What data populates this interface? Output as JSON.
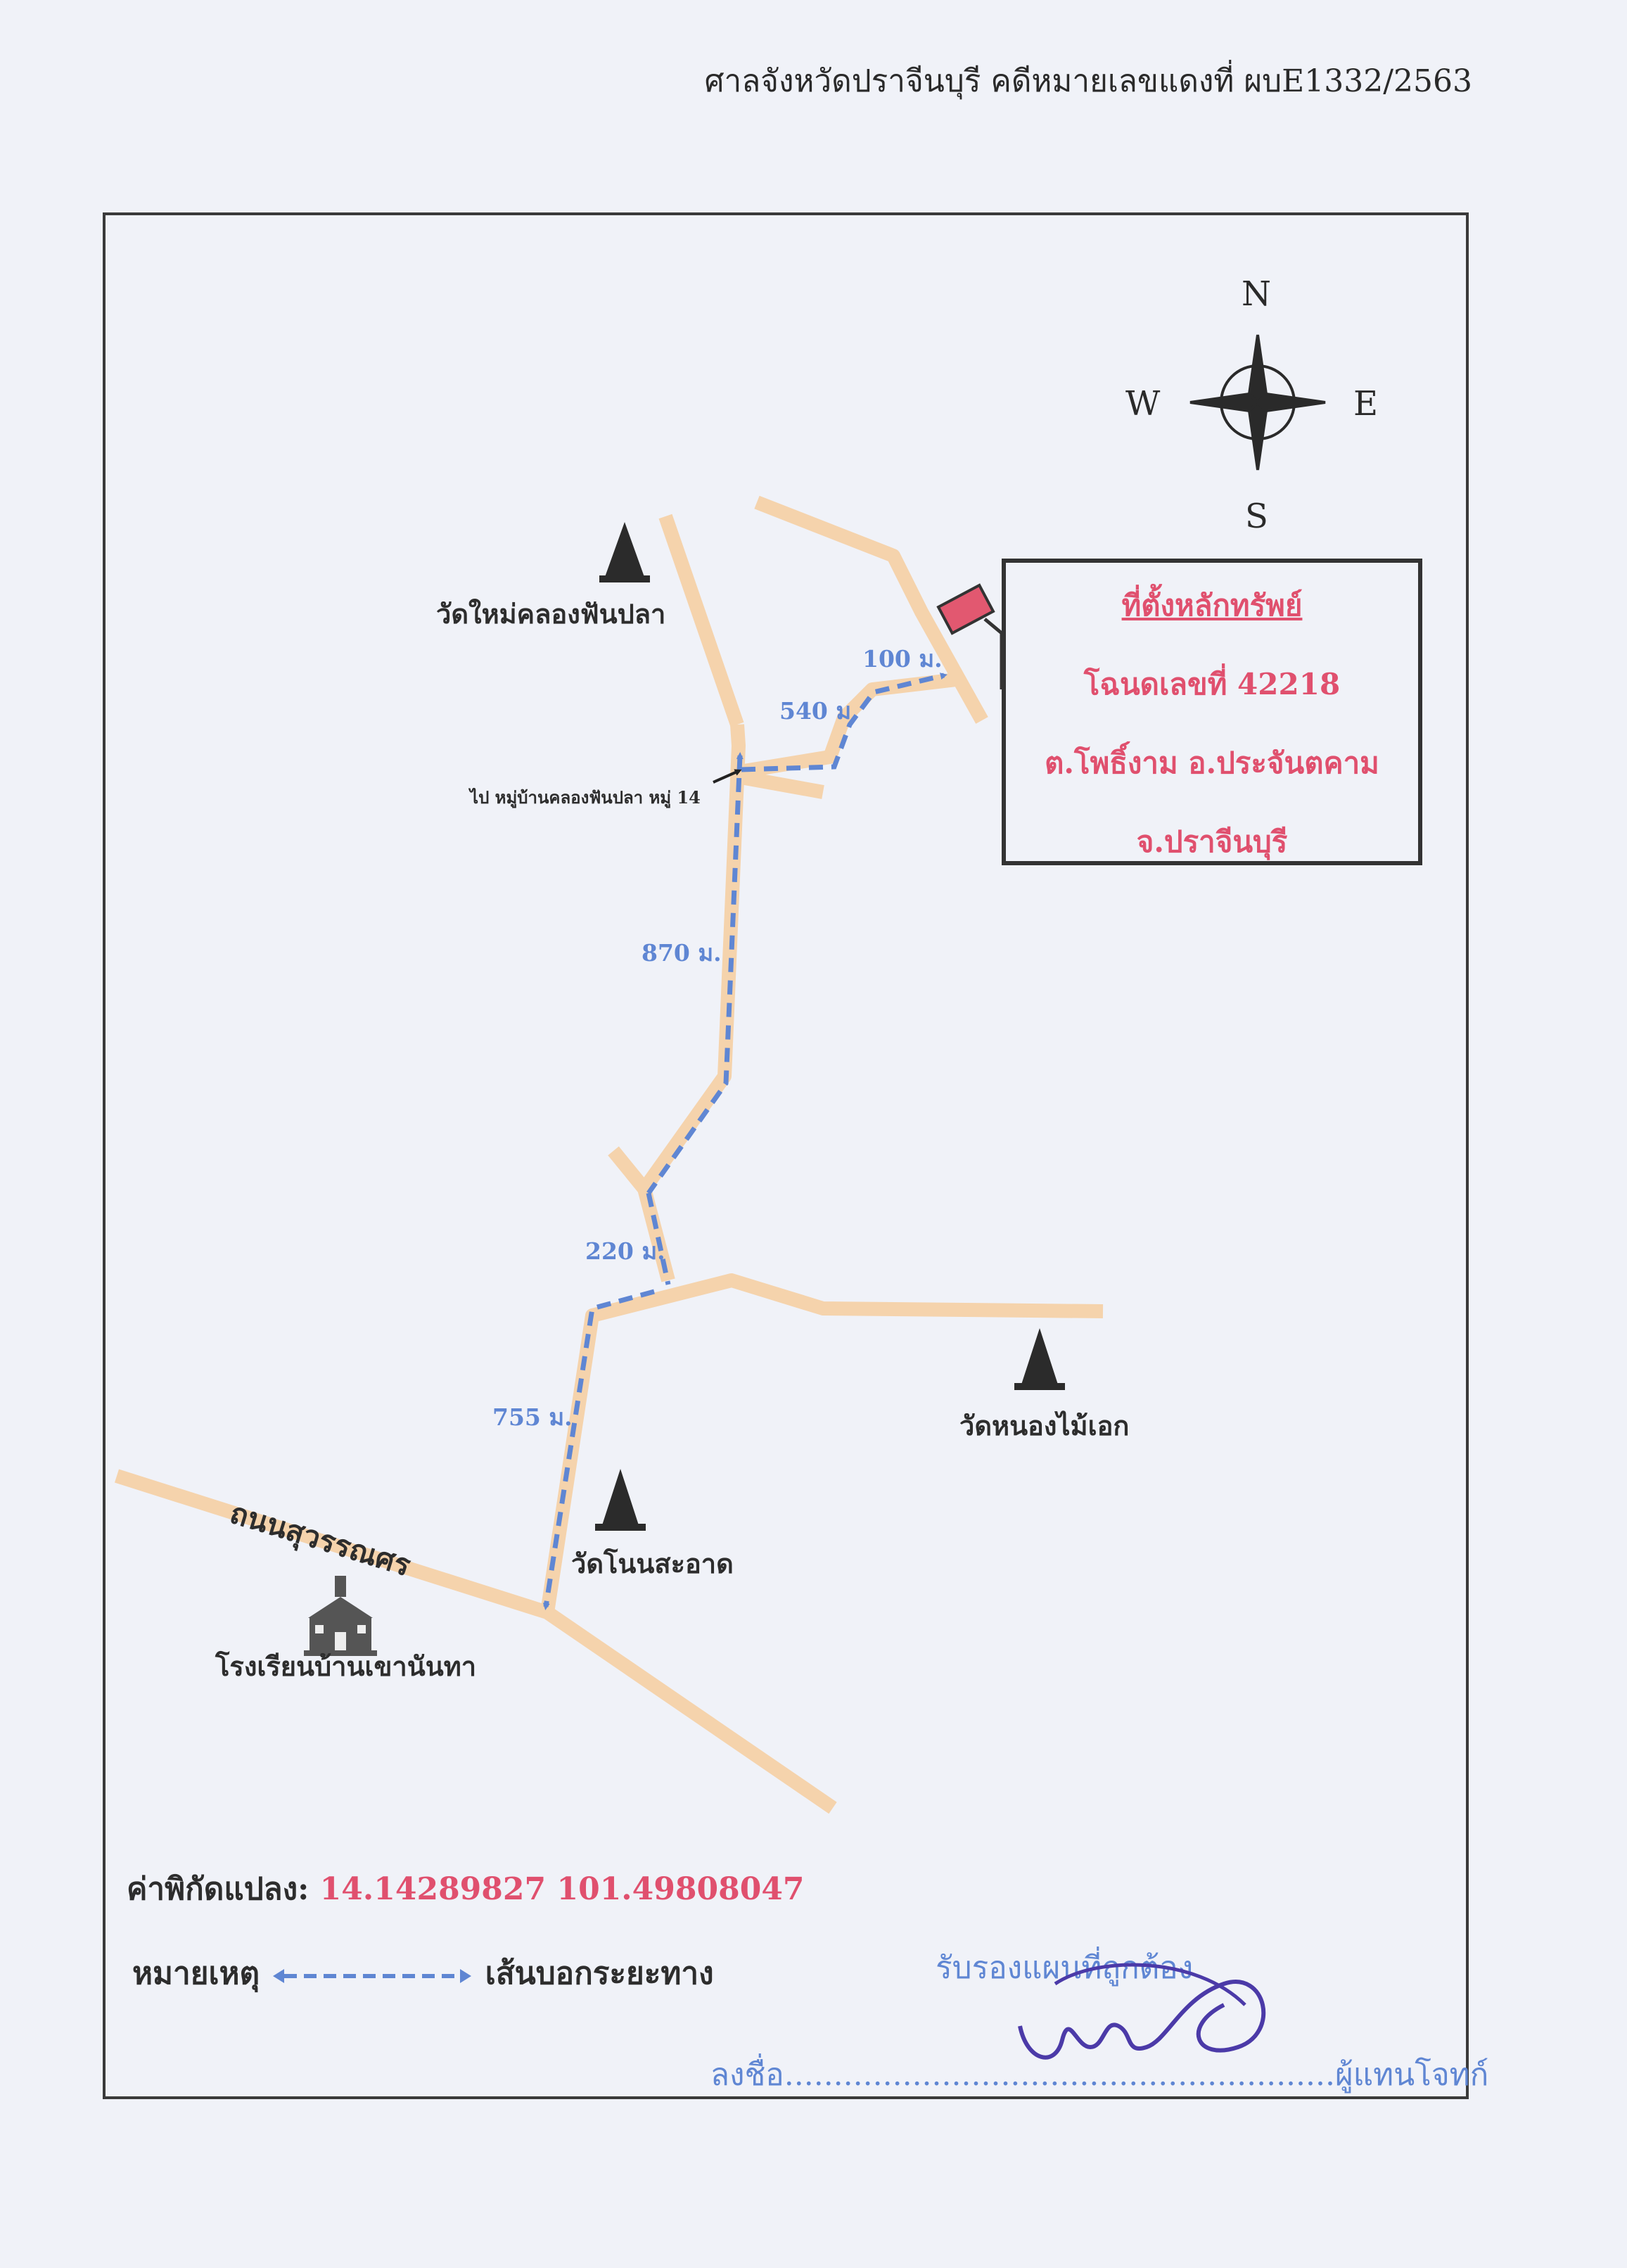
{
  "header": {
    "case_title": "ศาลจังหวัดปราจีนบุรี คดีหมายเลขแดงที่ ผบE1332/2563"
  },
  "compass": {
    "north": "N",
    "south": "S",
    "east": "E",
    "west": "W"
  },
  "info_box": {
    "title": "ที่ตั้งหลักทรัพย์",
    "deed": "โฉนดเลขที่ 42218",
    "subdistrict": "ต.โพธิ์งาม อ.ประจันตคาม",
    "province": "จ.ปราจีนบุรี"
  },
  "places": {
    "wat_mai": "วัดใหม่คลองฟันปลา",
    "wat_nong": "วัดหนองไม้เอก",
    "wat_non": "วัดโนนสะอาด",
    "school": "โรงเรียนบ้านเขานันทา",
    "road": "ถนนสุวรรณศร",
    "village_pointer": "ไป หมู่บ้านคลองฟันปลา หมู่ 14"
  },
  "distances": {
    "d100": "100 ม.",
    "d540": "540 ม.",
    "d870": "870 ม.",
    "d220": "220 ม.",
    "d755": "755 ม."
  },
  "colors": {
    "road": "#f5d3ac",
    "route": "#5f86d3",
    "accent": "#e0506e",
    "property": "#e25870"
  },
  "coordinates": {
    "label": "ค่าพิกัดแปลง:",
    "value": "14.14289827 101.49808047"
  },
  "legend": {
    "label": "หมายเหตุ",
    "description": "เส้นบอกระยะทาง"
  },
  "certification": {
    "text": "รับรองแผนที่ถูกต้อง",
    "sign_label": "ลงชื่อ",
    "signature_line": "........................................................",
    "role": "ผู้แทนโจทก์"
  }
}
